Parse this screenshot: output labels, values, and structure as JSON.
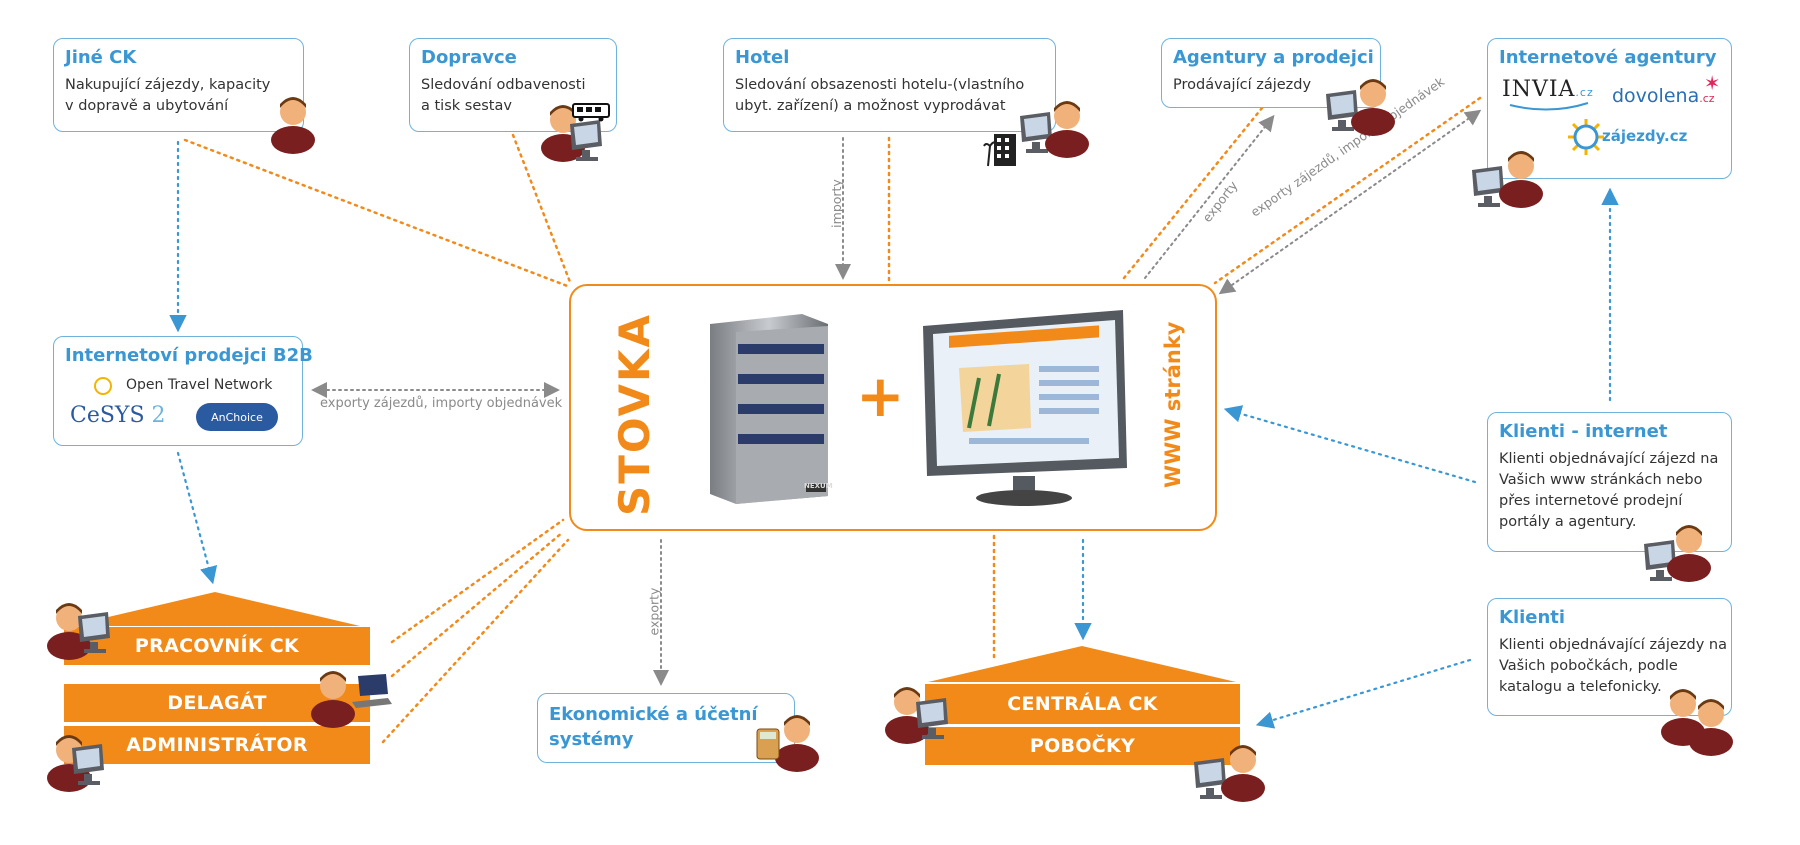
{
  "boxes": {
    "jine_ck": {
      "title": "Jiné CK",
      "desc": "Nakupující zájezdy, kapacity\nv dopravě a ubytování"
    },
    "dopravce": {
      "title": "Dopravce",
      "desc": "Sledování odbavenosti\na tisk sestav"
    },
    "hotel": {
      "title": "Hotel",
      "desc": "Sledování obsazenosti hotelu-(vlastního\nubyt. zařízení) a možnost vyprodávat"
    },
    "agentury": {
      "title": "Agentury  a prodejci",
      "desc": "Prodávající zájezdy"
    },
    "internetove_agentury": {
      "title": "Internetové agentury",
      "logos": [
        "INVIA",
        ".cz",
        "dovolena",
        ".cz",
        "zájezdy.cz"
      ]
    },
    "b2b": {
      "title": "Internetoví prodejci B2B",
      "otn": "Open Travel Network",
      "cesys": "CeSYS",
      "cesys_num": "2",
      "anchoice": "AnChoice"
    },
    "klienti_internet": {
      "title": "Klienti - internet",
      "desc": "Klienti objednávající zájezd na\nVašich www stránkách nebo\npřes internetové prodejní\nportály a agentury."
    },
    "klienti": {
      "title": "Klienti",
      "desc": "Klienti objednávající zájezdy na\nVašich pobočkách, podle\nkatalogu a telefonicky."
    },
    "ekonomicke": {
      "title": "Ekonomické a účetní\nsystémy"
    }
  },
  "center": {
    "stovka": "STOVKA",
    "plus": "+",
    "www": "WWW stránky",
    "server_brand": "NEXUM"
  },
  "left_house": {
    "bands": [
      "PRACOVNÍK CK",
      "DELAGÁT",
      "ADMINISTRÁTOR"
    ]
  },
  "right_house": {
    "bands": [
      "CENTRÁLA CK",
      "POBOČKY"
    ]
  },
  "edge_labels": {
    "importy": "importy",
    "exporty_top": "exporty",
    "exporty_zajezdu_importy": "exporty zájezdů, importy objednávek",
    "b2b_link": "exporty zájezdů, importy objednávek",
    "exporty_bottom": "exporty"
  },
  "colors": {
    "orange": "#f28a1a",
    "blue": "#3a97d4",
    "gray": "#8a8a8a",
    "box_border": "#6fb3dd"
  }
}
